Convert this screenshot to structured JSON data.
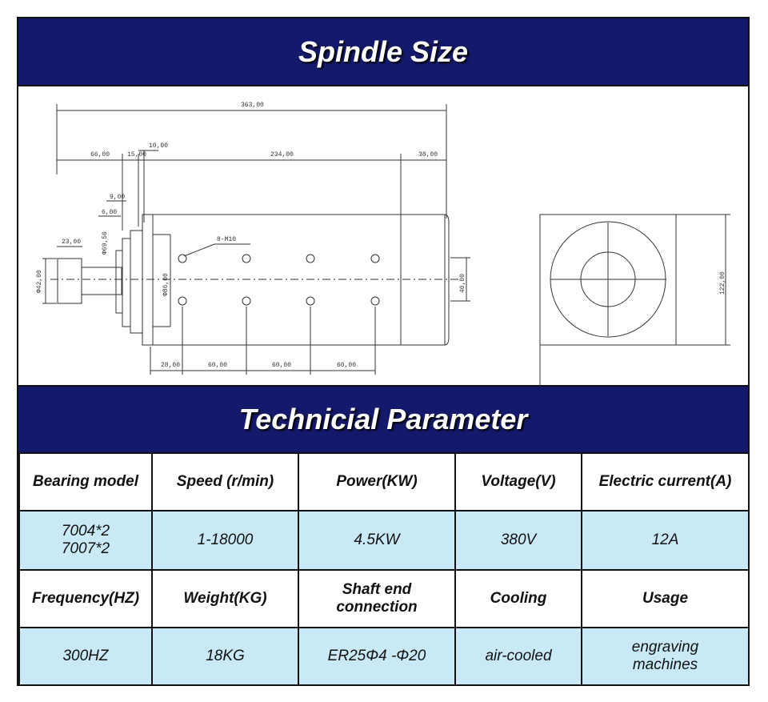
{
  "banners": {
    "spindle_size": "Spindle Size",
    "technical_parameter": "Technicial Parameter"
  },
  "drawing": {
    "dimensions": {
      "total_length": "363,00",
      "front_length": "66,00",
      "flange": "15,00",
      "flange_ring": "10,00",
      "body_length": "234,00",
      "rear": "38,00",
      "d9": "9,00",
      "d6": "6,00",
      "shaft_len": "23,00",
      "dia42": "Φ42,00",
      "dia69": "Φ69,50",
      "dia86": "Φ86,00",
      "height40": "40,00",
      "bolt_label": "8-M10",
      "offset28": "28,00",
      "pitch1": "60,00",
      "pitch2": "60,00",
      "pitch3": "60,00",
      "side_height": "122,00"
    }
  },
  "table": {
    "row1": [
      "Bearing model",
      "Speed (r/min)",
      "Power(KW)",
      "Voltage(V)",
      "Electric current(A)"
    ],
    "row2": {
      "bearing_line1": "7004*2",
      "bearing_line2": "7007*2",
      "speed": "1-18000",
      "power": "4.5KW",
      "voltage": "380V",
      "current": "12A"
    },
    "row3": {
      "frequency": "Frequency(HZ)",
      "weight": "Weight(KG)",
      "shaft_line1": "Shaft end",
      "shaft_line2": "connection",
      "cooling": "Cooling",
      "usage": "Usage"
    },
    "row4": {
      "frequency": "300HZ",
      "weight": "18KG",
      "shaft": "ER25Φ4 -Φ20",
      "cooling": "air-cooled",
      "usage_line1": "engraving",
      "usage_line2": "machines"
    }
  }
}
